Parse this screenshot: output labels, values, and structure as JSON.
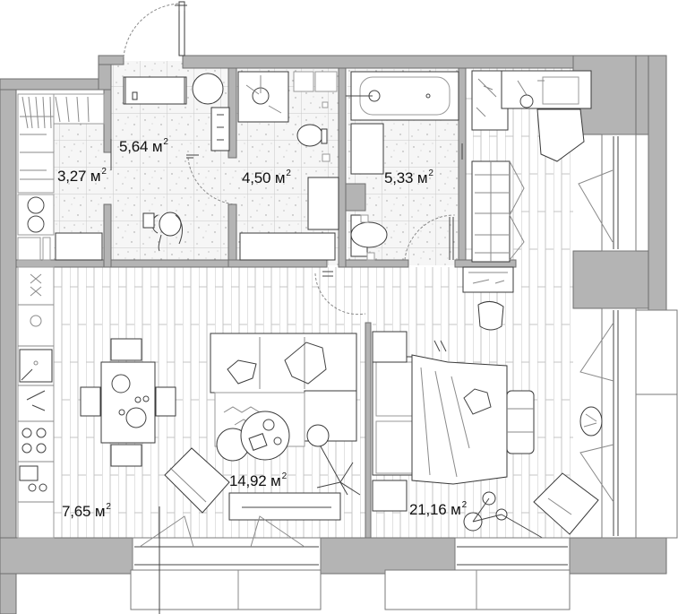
{
  "plan": {
    "type": "apartment floor plan",
    "unit": "м²",
    "colors": {
      "wall": "#b4b4b4",
      "wall_outline": "#6e6e6e",
      "tile_floor": "#f4f4f4",
      "wood_floor": "#ffffff",
      "line": "#3a3a3a"
    },
    "rooms": [
      {
        "id": "storage",
        "area": "3,27",
        "unit": "м",
        "sup": "2",
        "floor": "tile"
      },
      {
        "id": "hallway",
        "area": "5,64",
        "unit": "м",
        "sup": "2",
        "floor": "tile"
      },
      {
        "id": "toilet",
        "area": "4,50",
        "unit": "м",
        "sup": "2",
        "floor": "tile"
      },
      {
        "id": "bathroom",
        "area": "5,33",
        "unit": "м",
        "sup": "2",
        "floor": "tile"
      },
      {
        "id": "kitchen",
        "area": "7,65",
        "unit": "м",
        "sup": "2",
        "floor": "wood"
      },
      {
        "id": "living-room",
        "area": "14,92",
        "unit": "м",
        "sup": "2",
        "floor": "wood"
      },
      {
        "id": "bedroom",
        "area": "21,16",
        "unit": "м",
        "sup": "2",
        "floor": "wood"
      }
    ]
  }
}
